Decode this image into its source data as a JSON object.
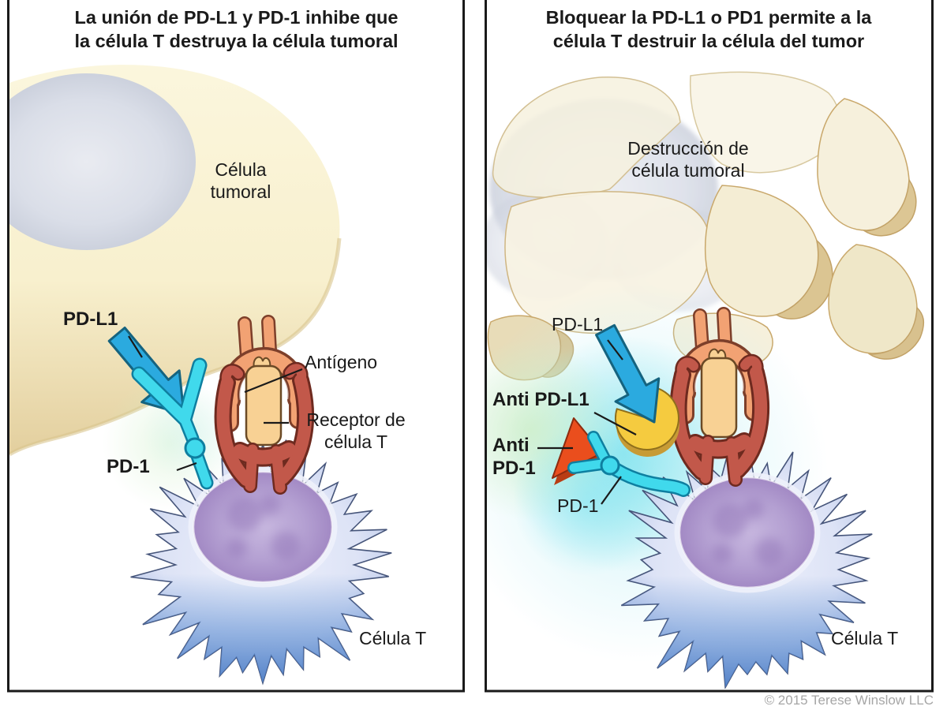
{
  "panels": {
    "left": {
      "title": "La unión de PD-L1 y PD-1 inhibe que\nla célula T destruya la célula tumoral",
      "labels": {
        "tumor_cell": "Célula\ntumoral",
        "pd_l1": "PD-L1",
        "antigen": "Antígeno",
        "t_cell_receptor": "Receptor de\ncélula T",
        "pd_1": "PD-1",
        "t_cell": "Célula T"
      }
    },
    "right": {
      "title": "Bloquear la PD-L1 o PD1 permite a la\ncélula T destruir la célula del tumor",
      "labels": {
        "tumor_destruction": "Destrucción de\ncélula tumoral",
        "pd_l1": "PD-L1",
        "anti_pd_l1": "Anti PD-L1",
        "anti_pd_1": "Anti\nPD-1",
        "pd_1": "PD-1",
        "t_cell": "Célula T"
      }
    }
  },
  "credit": "© 2015 Terese Winslow LLC",
  "colors": {
    "ink": "#1a1a1a",
    "panel_border": "#1a1a1a",
    "credit_gray": "#a6a6a6",
    "tumor_fill": "#f9f2d4",
    "tumor_edge": "#dfca97",
    "tumor_nucleus": "#d6dae3",
    "fragment_fill": "#f7f2e0",
    "fragment_edge": "#c9a86b",
    "fragment_side": "#dcc694",
    "t_cell_body": "#dfe5f6",
    "t_cell_fringe": "#5d8ed2",
    "t_cell_outline": "#46557a",
    "t_cell_nucleus": "#ab92ca",
    "pd_l1_blue": "#2baadf",
    "pd_l1_outline": "#15637f",
    "pd_1_cyan": "#40d9ec",
    "pd_1_outline": "#0e7fa0",
    "mhc_salmon": "#f2a273",
    "tcr_brick": "#c2584a",
    "tcr_outline": "#6e2a1f",
    "antigen_tan": "#f8d194",
    "antigen_outline": "#6b4a26",
    "anti_pd_l1_yellow": "#f5cb3f",
    "anti_pd_l1_side": "#c79b35",
    "anti_pd_1_red": "#ea4e1d",
    "anti_pd_1_side": "#b93d14",
    "glow_cyan": "#7fe3ee",
    "glow_green": "#cdeec5"
  }
}
